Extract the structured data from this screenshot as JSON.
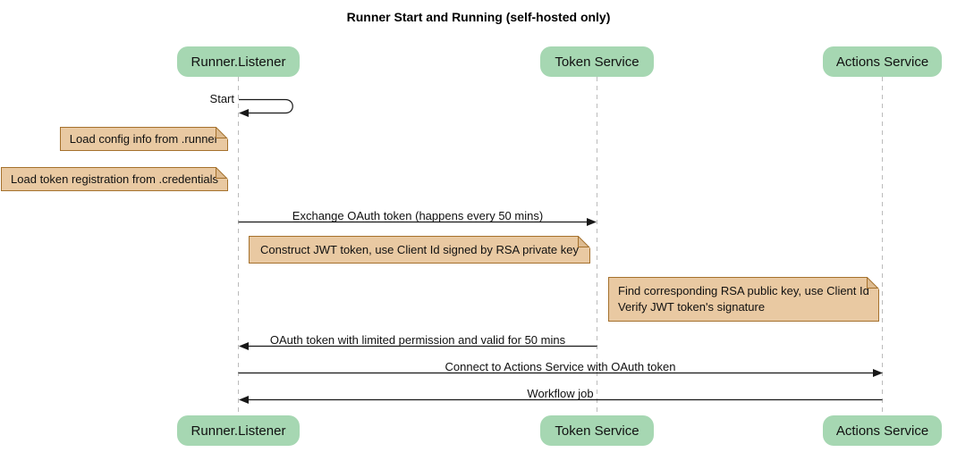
{
  "title": "Runner Start and Running (self-hosted only)",
  "diagram_type": "sequence",
  "colors": {
    "participant_fill": "#a6d7b2",
    "note_fill": "#e9c9a2",
    "note_border": "#a5712d",
    "note_fold_fill": "#ddbb90",
    "lifeline": "#bbbbbb",
    "arrow": "#181818",
    "background": "#ffffff"
  },
  "participants": [
    {
      "name": "Runner.Listener"
    },
    {
      "name": "Token Service"
    },
    {
      "name": "Actions Service"
    }
  ],
  "messages": [
    {
      "label": "Start",
      "from": "Runner.Listener",
      "to": "Runner.Listener",
      "kind": "self"
    },
    {
      "label": "Exchange OAuth token (happens every 50 mins)",
      "from": "Runner.Listener",
      "to": "Token Service",
      "kind": "solid-arrow"
    },
    {
      "label": "OAuth token with limited permission and valid for 50 mins",
      "from": "Token Service",
      "to": "Runner.Listener",
      "kind": "solid-arrow"
    },
    {
      "label": "Connect to Actions Service with OAuth token",
      "from": "Runner.Listener",
      "to": "Actions Service",
      "kind": "solid-arrow"
    },
    {
      "label": "Workflow job",
      "from": "Actions Service",
      "to": "Runner.Listener",
      "kind": "solid-arrow"
    }
  ],
  "notes": [
    {
      "text": "Load config info from .runner",
      "placement": "left of Runner.Listener"
    },
    {
      "text": "Load token registration from .credentials",
      "placement": "left of Runner.Listener"
    },
    {
      "text": "Construct JWT token, use Client Id signed by RSA private key",
      "placement": "right of Runner.Listener"
    },
    {
      "text": "Find corresponding RSA public key, use Client Id\nVerify JWT token's signature",
      "placement": "right of Token Service"
    }
  ]
}
